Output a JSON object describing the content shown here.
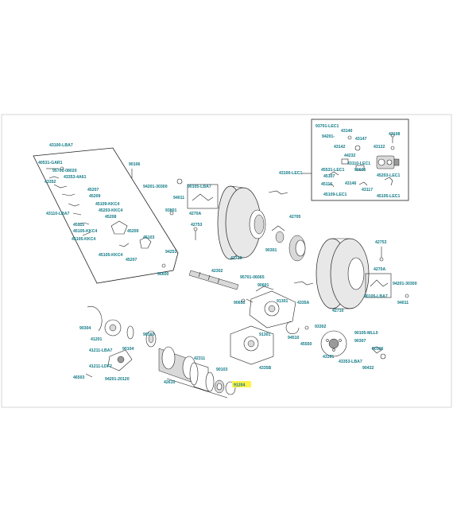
{
  "labels": {
    "l_43100lec1": "43100-LEC1",
    "l_93701lec1": "93701-LEC1",
    "l_94201": "94201-",
    "l_43140": "43140",
    "l_43147": "43147",
    "l_43142": "43142",
    "l_43108": "43108",
    "l_43122": "43122",
    "l_44232": "44232",
    "l_43110lec1": "43110-LEC1",
    "l_45531lec1": "45531-LEC1",
    "l_45107": "45107",
    "l_45116": "45116",
    "l_45109lec1": "45109-LEC1",
    "l_43146": "43146",
    "l_43117": "43117",
    "l_90606": "90606",
    "l_45203lec1": "45203-LEC1",
    "l_45105lec1": "45105-LEC1",
    "l_43100lba7": "43100-LBA7",
    "l_40531gar1": "40531-GAR1",
    "l_95701": "95701-08020",
    "l_43353": "43353-4A61",
    "l_43352": "43352",
    "l_45207a": "45207",
    "l_45209": "45209",
    "l_45109kkc4": "45109-KKC4",
    "l_45203kkc4": "45203-KKC4",
    "l_45208": "45208",
    "l_43110lba7": "43110-LBA7",
    "l_45115": "45115",
    "l_45105kkc4": "45105-KKC4",
    "l_45105kkc4b": "45105-KKC4",
    "l_45209b": "45209",
    "l_45103": "45103",
    "l_45207b": "45207",
    "l_94251": "94251",
    "l_96600": "96600",
    "l_90106": "90106",
    "l_94201_30300a": "94201-30300",
    "l_94011a": "94011",
    "l_90105lba7a": "90105-LBA7",
    "l_93801": "93801",
    "l_4270a_a": "4270A",
    "l_42753a": "42753",
    "l_42710a": "42710",
    "l_42705": "42705",
    "l_90301": "90301",
    "l_42302": "42302",
    "l_42753b": "42753",
    "l_4270a_b": "4270A",
    "l_94201_30300b": "94201-30300",
    "l_90105lba7b": "90105-LBA7",
    "l_94011b": "94011",
    "l_42710b": "42710",
    "l_95701_06065": "95701-06065",
    "l_90601": "90601",
    "l_90651": "90651",
    "l_91301a": "91301",
    "l_4335a": "4335A",
    "l_93302": "93302",
    "l_94510": "94510",
    "l_45550": "45550",
    "l_91301b": "91301",
    "l_4335b": "4335B",
    "l_90105mll0": "90105-MLL0",
    "l_90307": "90307",
    "l_43391": "43391",
    "l_43353lba7": "43353-LBA7",
    "l_50306": "50306",
    "l_90432": "90432",
    "l_90304": "90304",
    "l_41201": "41201",
    "l_41211lba7": "41211-LBA7",
    "l_90104": "90104",
    "l_41211ldf2": "41211-LDF2",
    "l_46503": "46503",
    "l_94201_20120": "94201-20120",
    "l_96160": "96160",
    "l_42610": "42610",
    "l_42311": "42311",
    "l_90103": "90103",
    "l_91204": "91204"
  }
}
